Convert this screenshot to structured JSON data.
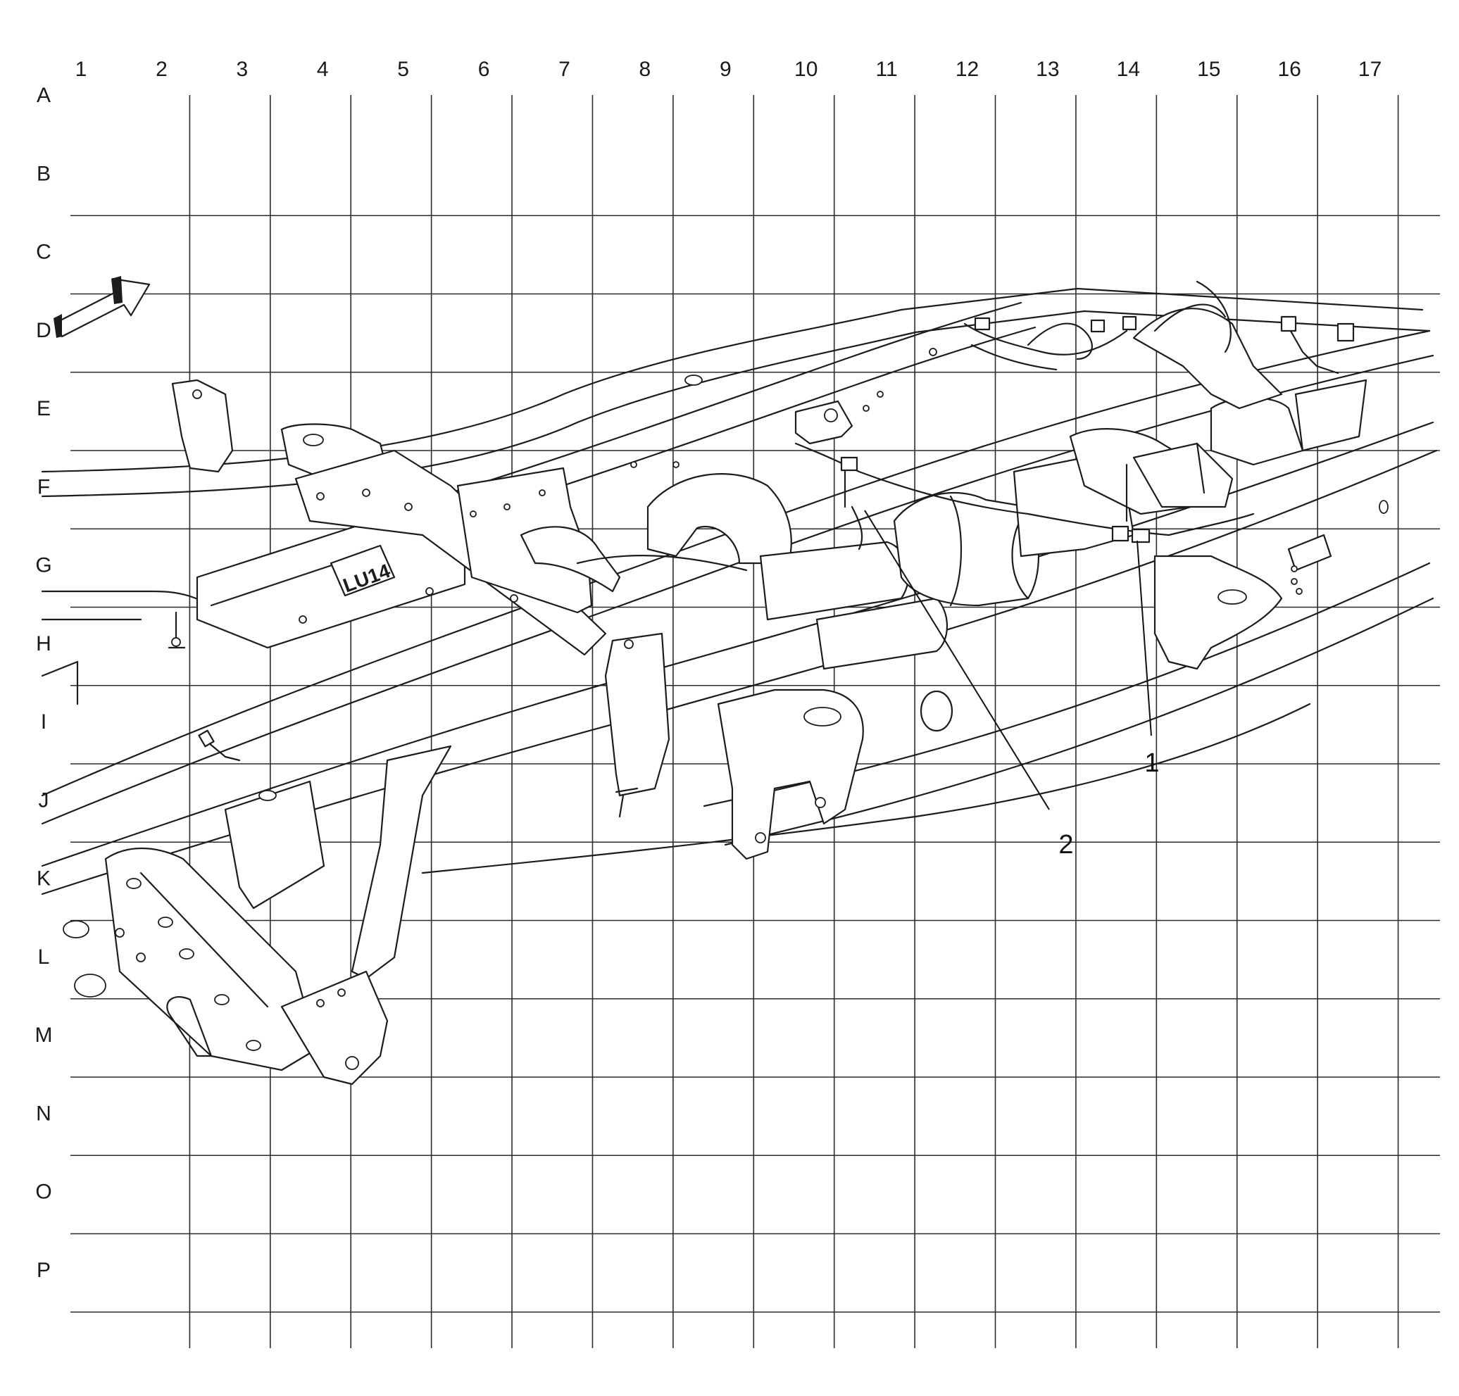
{
  "grid": {
    "columns": [
      "1",
      "2",
      "3",
      "4",
      "5",
      "6",
      "7",
      "8",
      "9",
      "10",
      "11",
      "12",
      "13",
      "14",
      "15",
      "16",
      "17"
    ],
    "rows": [
      "A",
      "B",
      "C",
      "D",
      "E",
      "F",
      "G",
      "H",
      "I",
      "J",
      "K",
      "L",
      "M",
      "N",
      "O",
      "P"
    ]
  },
  "callouts": [
    {
      "label": "1"
    },
    {
      "label": "2"
    }
  ],
  "badge_text": "LU14",
  "icons": {
    "direction_arrow": "front-direction-arrow-icon"
  }
}
